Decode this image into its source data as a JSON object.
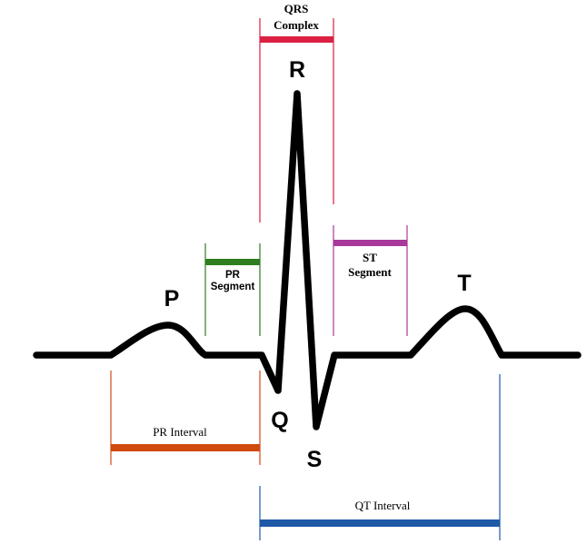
{
  "waves": {
    "p": "P",
    "q": "Q",
    "r": "R",
    "s": "S",
    "t": "T"
  },
  "labels": {
    "qrs_complex_line1": "QRS",
    "qrs_complex_line2": "Complex",
    "pr_segment_line1": "PR",
    "pr_segment_line2": "Segment",
    "st_segment_line1": "ST",
    "st_segment_line2": "Segment",
    "pr_interval": "PR Interval",
    "qt_interval": "QT Interval"
  },
  "colors": {
    "trace": "#000000",
    "qrs_complex": "#dc2043",
    "pr_segment": "#2e7d1e",
    "st_segment": "#a8389a",
    "pr_interval": "#d04a10",
    "qt_interval": "#1f5aa6"
  }
}
